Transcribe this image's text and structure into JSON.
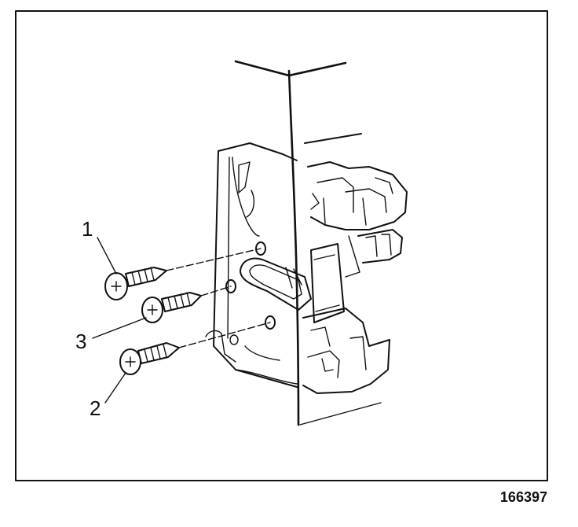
{
  "figure": {
    "callouts": [
      {
        "id": "1",
        "label": "1"
      },
      {
        "id": "2",
        "label": "2"
      },
      {
        "id": "3",
        "label": "3"
      }
    ],
    "figure_number": "166397"
  },
  "colors": {
    "ink": "#111111",
    "background": "#ffffff"
  }
}
